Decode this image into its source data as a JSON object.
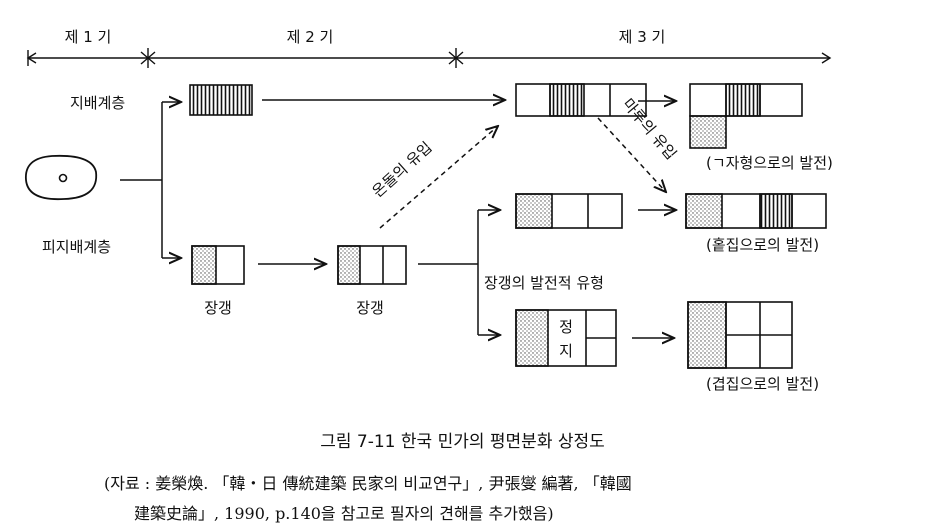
{
  "periods": [
    "제 1 기",
    "제 2 기",
    "제 3 기"
  ],
  "classes": {
    "upper": "지배계층",
    "lower": "피지배계층"
  },
  "room_labels": {
    "jangkaeng_1": "장갱",
    "jangkaeng_2": "장갱",
    "jeongji_1": "정",
    "jeongji_2": "지"
  },
  "flow_labels": {
    "ondol": "온돌의 유입",
    "maru": "마루의 유입",
    "jangkaeng_dev": "장갱의 발전적 유형"
  },
  "results": {
    "giyeok": "(ㄱ자형으로의 발전)",
    "heotjip": "(홑집으로의 발전)",
    "gyeopjip": "(겹집으로의 발전)"
  },
  "caption": {
    "title": "그림 7-11  한국 민가의 평면분화 상정도",
    "source_1": "(자료 : 姜榮煥. 「韓・日 傳統建築 民家의 비교연구」, 尹張燮 編著, 「韓國",
    "source_2": "建築史論」, 1990, p.140을 참고로 필자의 견해를 추가했음)"
  },
  "colors": {
    "ink": "#111111",
    "dots": "#444444"
  }
}
